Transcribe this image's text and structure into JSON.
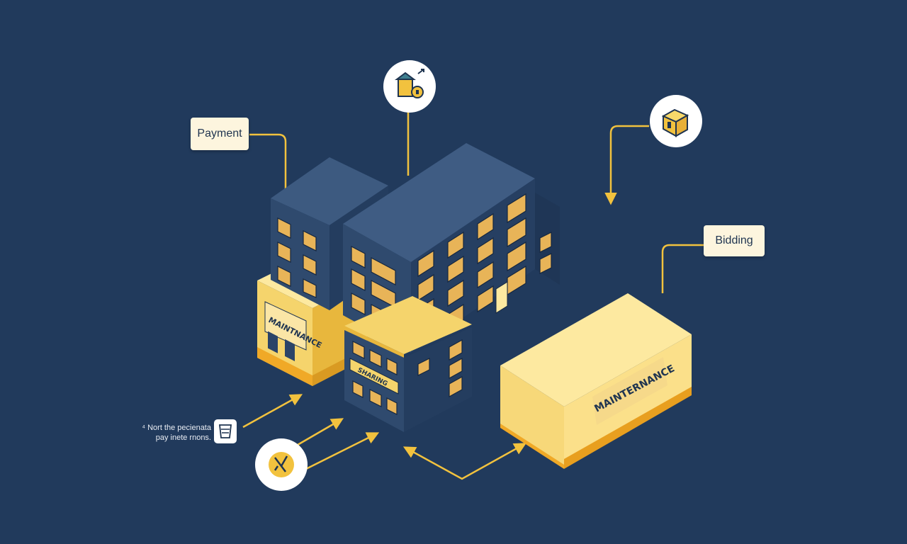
{
  "labels": {
    "payment": "Payment",
    "bidding": "Bidding"
  },
  "signs": {
    "left_building": "MAINTNANCE",
    "front_building": "SHARING",
    "big_box": "MAINTERNANCE"
  },
  "note": {
    "line1": "⁴ Nort the pecienata",
    "line2": "pay inete rnons."
  },
  "icons": [
    "building-lock-icon",
    "box-icon",
    "gauge-icon",
    "receipt-icon"
  ],
  "colors": {
    "background": "#213a5c",
    "accent": "#f2c23e",
    "building_dark": "#2b4468",
    "label_bg": "#fdf5de"
  }
}
